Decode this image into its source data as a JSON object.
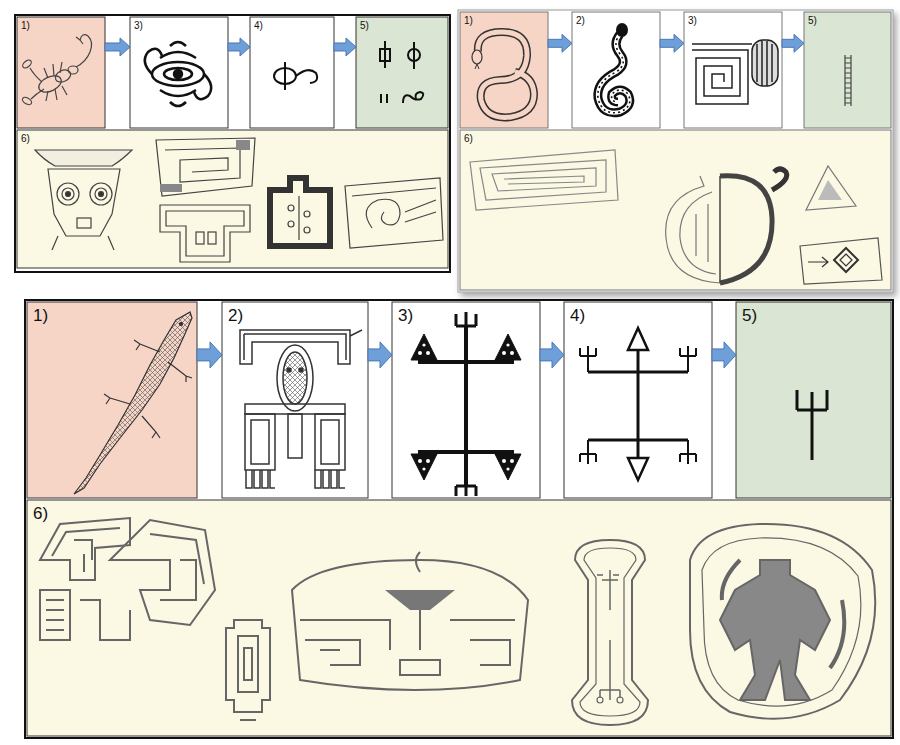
{
  "diagram": {
    "nodes": [
      {
        "text": [
          "1)"
        ]
      },
      {
        "text": [
          "3)"
        ]
      },
      {
        "text": [
          "4)"
        ]
      },
      {
        "text": [
          "5)"
        ]
      },
      {
        "text": [
          "6)"
        ]
      },
      {
        "text": [
          "1)"
        ]
      },
      {
        "text": [
          "2)"
        ]
      },
      {
        "text": [
          "3)"
        ]
      },
      {
        "text": [
          "5)"
        ]
      },
      {
        "text": [
          "6)"
        ]
      },
      {
        "text": [
          "1)"
        ]
      },
      {
        "text": [
          "2)"
        ]
      },
      {
        "text": [
          "3)"
        ]
      },
      {
        "text": [
          "4)"
        ]
      },
      {
        "text": [
          "5)"
        ]
      },
      {
        "text": [
          "6)"
        ]
      }
    ],
    "edges": [
      {
        "from": 0,
        "to": 1,
        "arrow": "to"
      },
      {
        "from": 1,
        "to": 2,
        "arrow": "to"
      },
      {
        "from": 2,
        "to": 3,
        "arrow": "to"
      },
      {
        "from": 5,
        "to": 6,
        "arrow": "to"
      },
      {
        "from": 6,
        "to": 7,
        "arrow": "to"
      },
      {
        "from": 7,
        "to": 8,
        "arrow": "to"
      },
      {
        "from": 10,
        "to": 11,
        "arrow": "to"
      },
      {
        "from": 11,
        "to": 12,
        "arrow": "to"
      },
      {
        "from": 12,
        "to": 13,
        "arrow": "to"
      },
      {
        "from": 13,
        "to": 14,
        "arrow": "to"
      }
    ]
  }
}
